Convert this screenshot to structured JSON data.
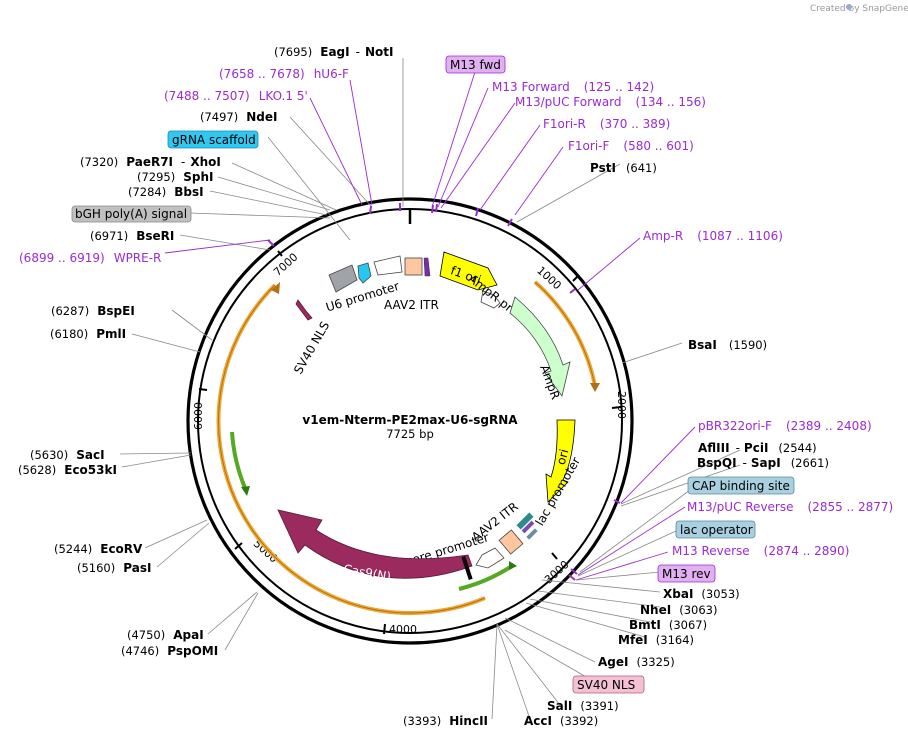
{
  "credit": "Created by SnapGene",
  "plasmid": {
    "name": "v1em-Nterm-PE2max-U6-sgRNA",
    "size": "7725 bp"
  },
  "ticks": [
    "1000",
    "2000",
    "3000",
    "4000",
    "5000",
    "6000",
    "7000"
  ],
  "sites": {
    "eagi_pos": "(7695)",
    "eagi": "EagI",
    "noti_sep": "-",
    "noti": "NotI",
    "ndei_pos": "(7497)",
    "ndei": "NdeI",
    "paer7i_pos": "(7320)",
    "paer7i": "PaeR7I",
    "xhoi_sep": "-",
    "xhoi": "XhoI",
    "sphi_pos": "(7295)",
    "sphi": "SphI",
    "bbsi_pos": "(7284)",
    "bbsi": "BbsI",
    "beri_pos": "(6971)",
    "beri": "BseRI",
    "bspei_pos": "(6287)",
    "bspei": "BspEI",
    "pmli_pos": "(6180)",
    "pmli": "PmlI",
    "saci_pos": "(5630)",
    "saci": "SacI",
    "eco53ki_pos": "(5628)",
    "eco53ki": "Eco53kI",
    "ecorv_pos": "(5244)",
    "ecorv": "EcoRV",
    "pasi_pos": "(5160)",
    "pasi": "PasI",
    "apai_pos": "(4750)",
    "apai": "ApaI",
    "pspomi_pos": "(4746)",
    "pspomi": "PspOMI",
    "psti": "PstI",
    "psti_pos": "(641)",
    "bsai": "BsaI",
    "bsai_pos": "(1590)",
    "aflIII": "AflIII",
    "pcii_sep": "-",
    "pcii": "PciI",
    "pcii_pos": "(2544)",
    "bspqi": "BspQI",
    "sapi_sep": "-",
    "sapi": "SapI",
    "sapi_pos": "(2661)",
    "xbai": "XbaI",
    "xbai_pos": "(3053)",
    "nhei": "NheI",
    "nhei_pos": "(3063)",
    "bmti": "BmtI",
    "bmti_pos": "(3067)",
    "mfei": "MfeI",
    "mfei_pos": "(3164)",
    "agei": "AgeI",
    "agei_pos": "(3325)",
    "sali": "SalI",
    "sali_pos": "(3391)",
    "hincii_pos": "(3393)",
    "hincii": "HincII",
    "acci": "AccI",
    "acci_pos": "(3392)"
  },
  "primers": {
    "hu6f_range": "(7658 .. 7678)",
    "hu6f": "hU6-F",
    "lko_range": "(7488 .. 7507)",
    "lko": "LKO.1 5'",
    "wpre_range": "(6899 .. 6919)",
    "wpre": "WPRE-R",
    "m13fwd_long": "M13 Forward",
    "m13fwd_long_range": "(125 .. 142)",
    "m13puc_f": "M13/pUC Forward",
    "m13puc_f_range": "(134 .. 156)",
    "f1orir": "F1ori-R",
    "f1orir_range": "(370 .. 389)",
    "f1orif": "F1ori-F",
    "f1orif_range": "(580 .. 601)",
    "ampr": "Amp-R",
    "ampr_range": "(1087 .. 1106)",
    "pbr": "pBR322ori-F",
    "pbr_range": "(2389 .. 2408)",
    "m13puc_r": "M13/pUC Reverse",
    "m13puc_r_range": "(2855 .. 2877)",
    "m13rev_long": "M13 Reverse",
    "m13rev_long_range": "(2874 .. 2890)"
  },
  "boxes": {
    "m13fwd": "M13 fwd",
    "grna": "gRNA scaffold",
    "bgh": "bGH poly(A) signal",
    "cap": "CAP binding site",
    "lacop": "lac operator",
    "m13rev": "M13 rev",
    "sv40box": "SV40 NLS"
  },
  "features": {
    "f1ori": "f1 ori",
    "ampr_prom": "AmpR promoter",
    "ampr": "AmpR",
    "ori": "ori",
    "lac_prom": "lac promoter",
    "aav2_itr_right": "AAV2 ITR",
    "ef1a": "EF-1α core promoter",
    "cas9": "Cas9(N)",
    "sv40_nls": "SV40 NLS",
    "u6": "U6 promoter",
    "aav2_itr_top": "AAV2 ITR"
  },
  "colors": {
    "primer": "#9a2bd1",
    "f1ori": "#ffff00",
    "ampr": "#ccffcc",
    "cas9": "#9b2a5f",
    "orange_arc": "#f0a830",
    "green_arc": "#55aa22",
    "aav2_itr": "#ffc7a0",
    "u6_promoter": "#ffffff",
    "gray_feature": "#a0a4a8",
    "cyan_feature": "#26c6f0",
    "box_cyan": "#30c8f0",
    "box_gray": "#c0c0c0",
    "box_blue": "#a8d0e0",
    "box_purple": "#e0b0f0",
    "box_pink": "#f4c0d4"
  }
}
